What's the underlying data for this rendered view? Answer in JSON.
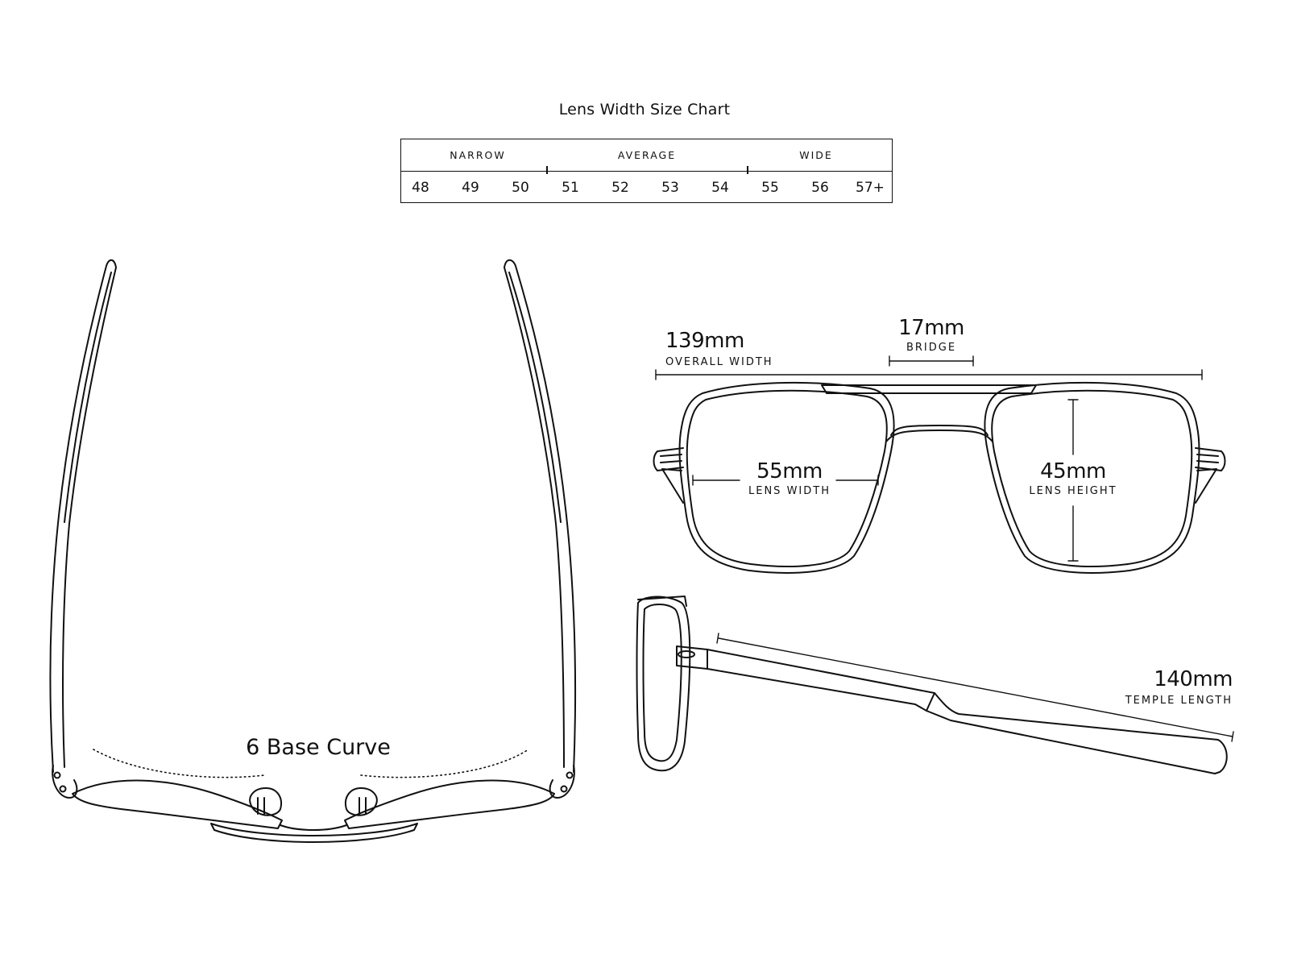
{
  "size_chart": {
    "title": "Lens Width Size Chart",
    "categories": [
      "NARROW",
      "AVERAGE",
      "WIDE"
    ],
    "sizes": [
      "48",
      "49",
      "50",
      "51",
      "52",
      "53",
      "54",
      "55",
      "56",
      "57+"
    ]
  },
  "top_view": {
    "base_curve_label": "6 Base Curve"
  },
  "front_view": {
    "overall_width": {
      "value": "139mm",
      "label": "OVERALL WIDTH"
    },
    "bridge": {
      "value": "17mm",
      "label": "BRIDGE"
    },
    "lens_width": {
      "value": "55mm",
      "label": "LENS WIDTH"
    },
    "lens_height": {
      "value": "45mm",
      "label": "LENS HEIGHT"
    }
  },
  "side_view": {
    "temple_length": {
      "value": "140mm",
      "label": "TEMPLE LENGTH"
    }
  },
  "colors": {
    "line": "#111111",
    "background": "#ffffff"
  }
}
